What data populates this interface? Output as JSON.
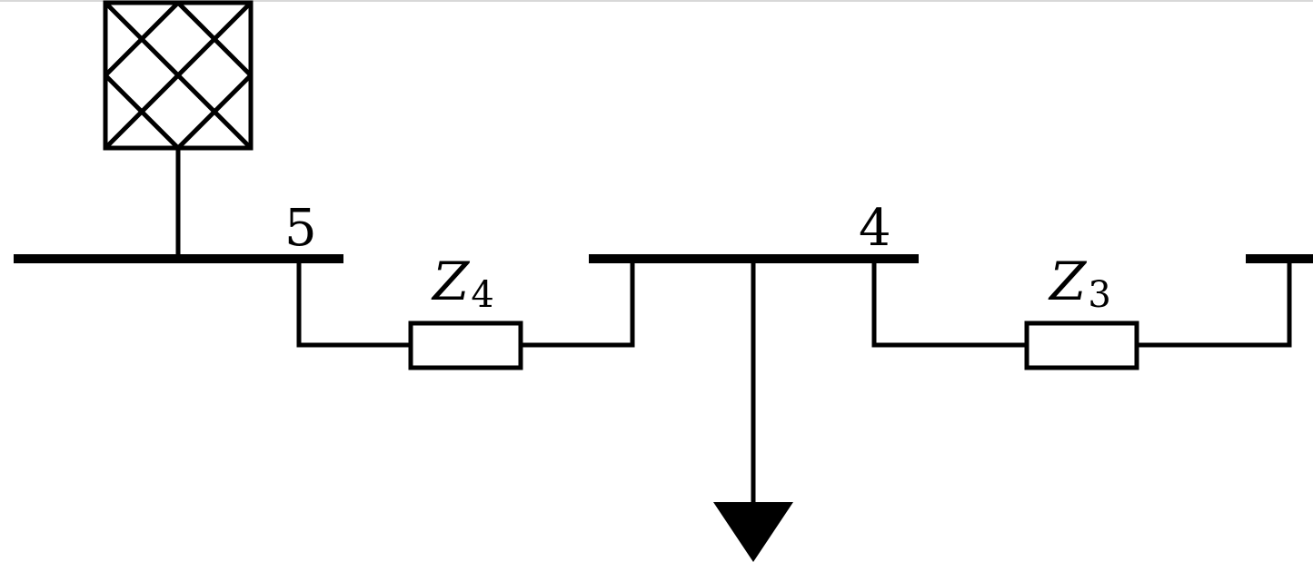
{
  "buses": {
    "bus5": {
      "label": "5"
    },
    "bus4": {
      "label": "4"
    }
  },
  "impedances": {
    "z4": {
      "symbol": "Z",
      "subscript": "4"
    },
    "z3": {
      "symbol": "Z",
      "subscript": "3"
    }
  },
  "generator": {
    "icon": "generator-crosshatch-icon"
  },
  "load": {
    "icon": "load-arrow-icon"
  }
}
